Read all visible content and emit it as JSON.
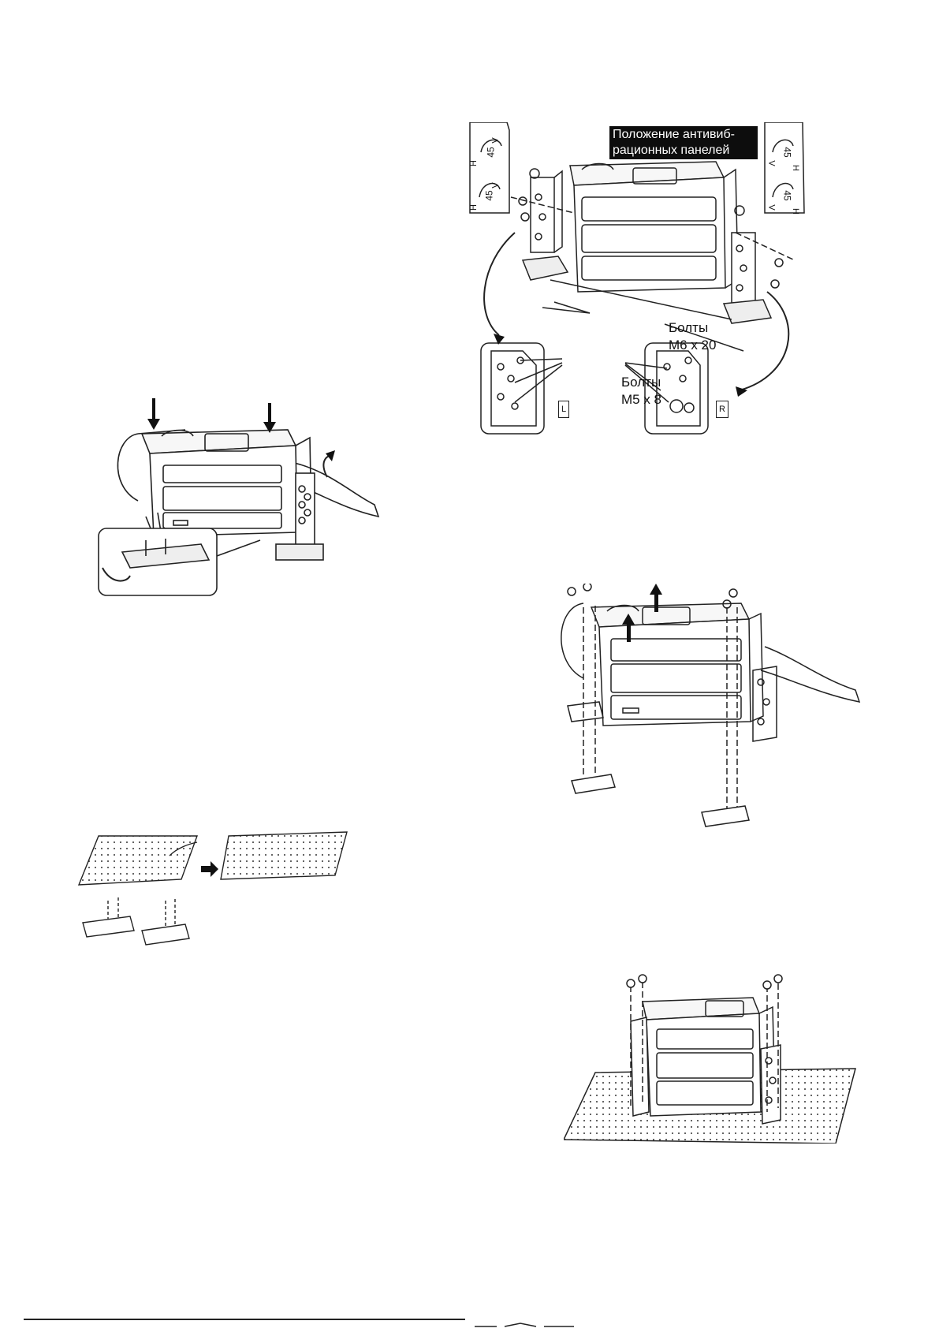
{
  "figures": {
    "top_right": {
      "callout_line1": "Положение антивиб-",
      "callout_line2": "рационных панелей",
      "bolts_m6_line1": "Болты",
      "bolts_m6_line2": "M6 x 20",
      "bolts_m5_line1": "Болты",
      "bolts_m5_line2": "M5 x 8",
      "plate_left_tag": "L",
      "plate_right_tag": "R",
      "angle_value": "45",
      "letter_h": "H",
      "letter_v": "V"
    }
  }
}
